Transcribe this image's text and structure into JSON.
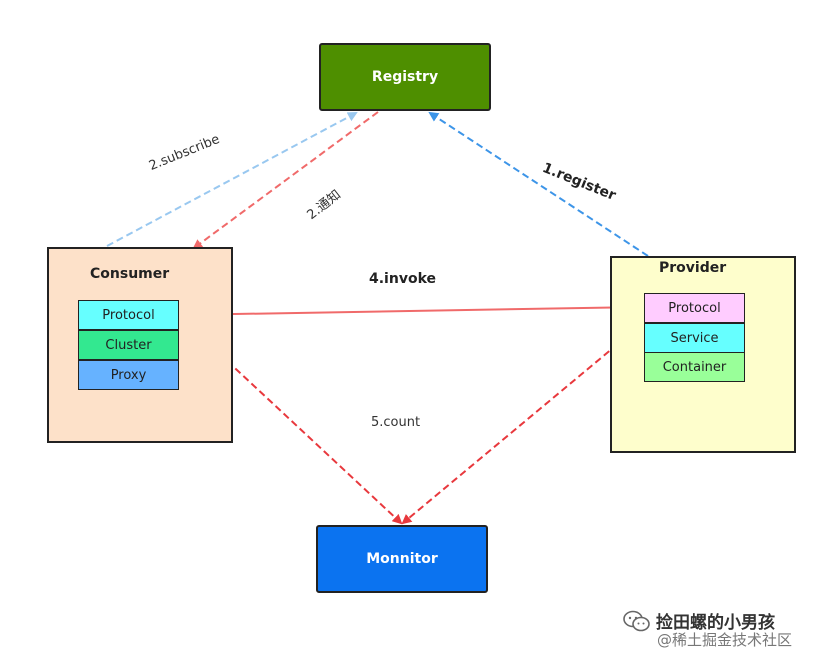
{
  "nodes": {
    "registry": "Registry",
    "monitor": "Monnitor",
    "consumer": {
      "title": "Consumer",
      "layers": [
        "Protocol",
        "Cluster",
        "Proxy"
      ]
    },
    "provider": {
      "title": "Provider",
      "layers": [
        "Protocol",
        "Service",
        "Container"
      ]
    }
  },
  "edges": {
    "register": "1.register",
    "subscribe": "2.subscribe",
    "notify": "2.通知",
    "invoke": "4.invoke",
    "count": "5.count"
  },
  "colors": {
    "registry": "#4e8f00",
    "monitor": "#0b73f0",
    "consumer_bg": "#fde1c9",
    "provider_bg": "#fefecc",
    "arrow_red": "#e8383d",
    "arrow_blue": "#3d95e8",
    "arrow_light_blue": "#99c8f0",
    "arrow_pink": "#f06a6a"
  },
  "watermark": {
    "line1": "捡田螺的小男孩",
    "line2": "@稀土掘金技术社区",
    "icon": "wechat-icon"
  }
}
